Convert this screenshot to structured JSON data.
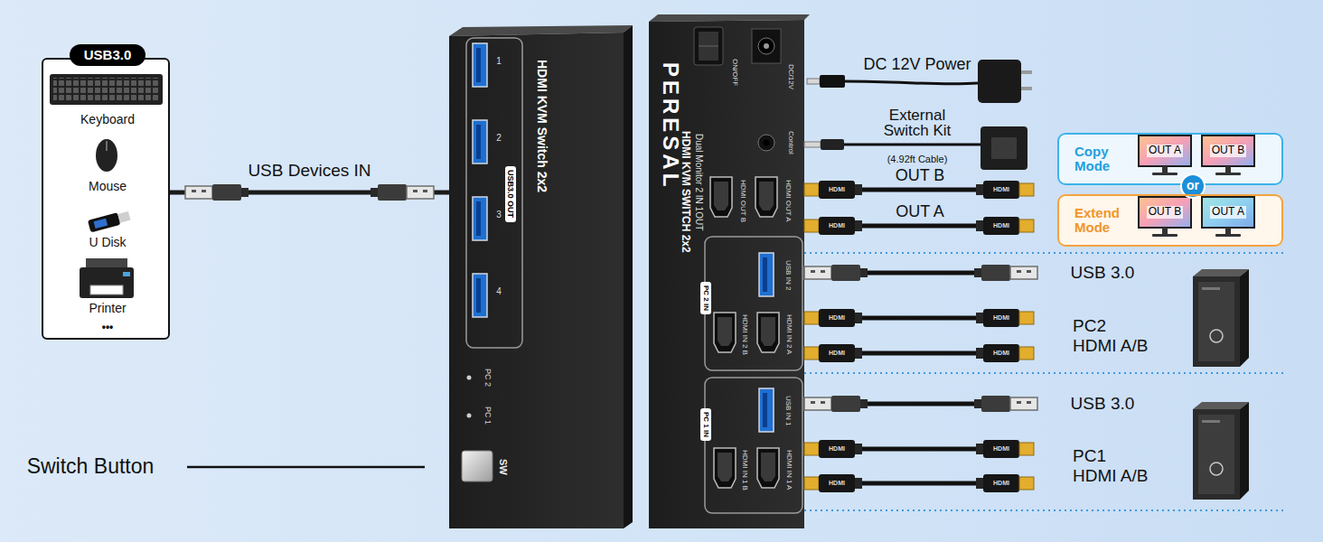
{
  "diagram": {
    "nodes": [
      {
        "text": [
          "USB3.0",
          "Keyboard",
          "Mouse",
          "U Disk",
          "Printer",
          "•••"
        ]
      },
      {
        "text": [
          "HDMI KVM Switch 2x2",
          "USB3.0 OUT",
          "1",
          "2",
          "3",
          "4",
          "PC 2",
          "PC 1",
          "SW"
        ]
      },
      {
        "text": [
          "PERESAL",
          "HDMI KVM SWITCH 2x2",
          "Dual Monitor 2 IN 1OUT",
          "ON/OFF",
          "DC/12V",
          "Control",
          "HDMI OUT B",
          "HDMI OUT A",
          "PC 2 IN",
          "USB IN 2",
          "HDMI IN 2 B",
          "HDMI IN 2 A",
          "PC 1 IN",
          "USB IN 1",
          "HDMI IN 1 B",
          "HDMI IN 1 A"
        ]
      },
      {
        "text": [
          "Copy Mode",
          "OUT A",
          "OUT B"
        ]
      },
      {
        "text": [
          "or"
        ]
      },
      {
        "text": [
          "Extend Mode",
          "OUT B",
          "OUT A"
        ]
      }
    ],
    "edges": [
      {
        "from": 0,
        "to": 1,
        "label": "USB Devices IN",
        "arrow": "none"
      }
    ],
    "labels": [
      "DC 12V Power",
      "External Switch Kit",
      "(4.92ft Cable)",
      "OUT B",
      "OUT A",
      "USB 3.0",
      "PC2 HDMI A/B",
      "USB 3.0",
      "PC1 HDMI A/B",
      "Switch Button",
      "HDMI",
      "HDMI",
      "HDMI",
      "HDMI",
      "HDMI",
      "HDMI",
      "HDMI",
      "HDMI",
      "HDMI",
      "HDMI",
      "HDMI",
      "HDMI"
    ]
  }
}
